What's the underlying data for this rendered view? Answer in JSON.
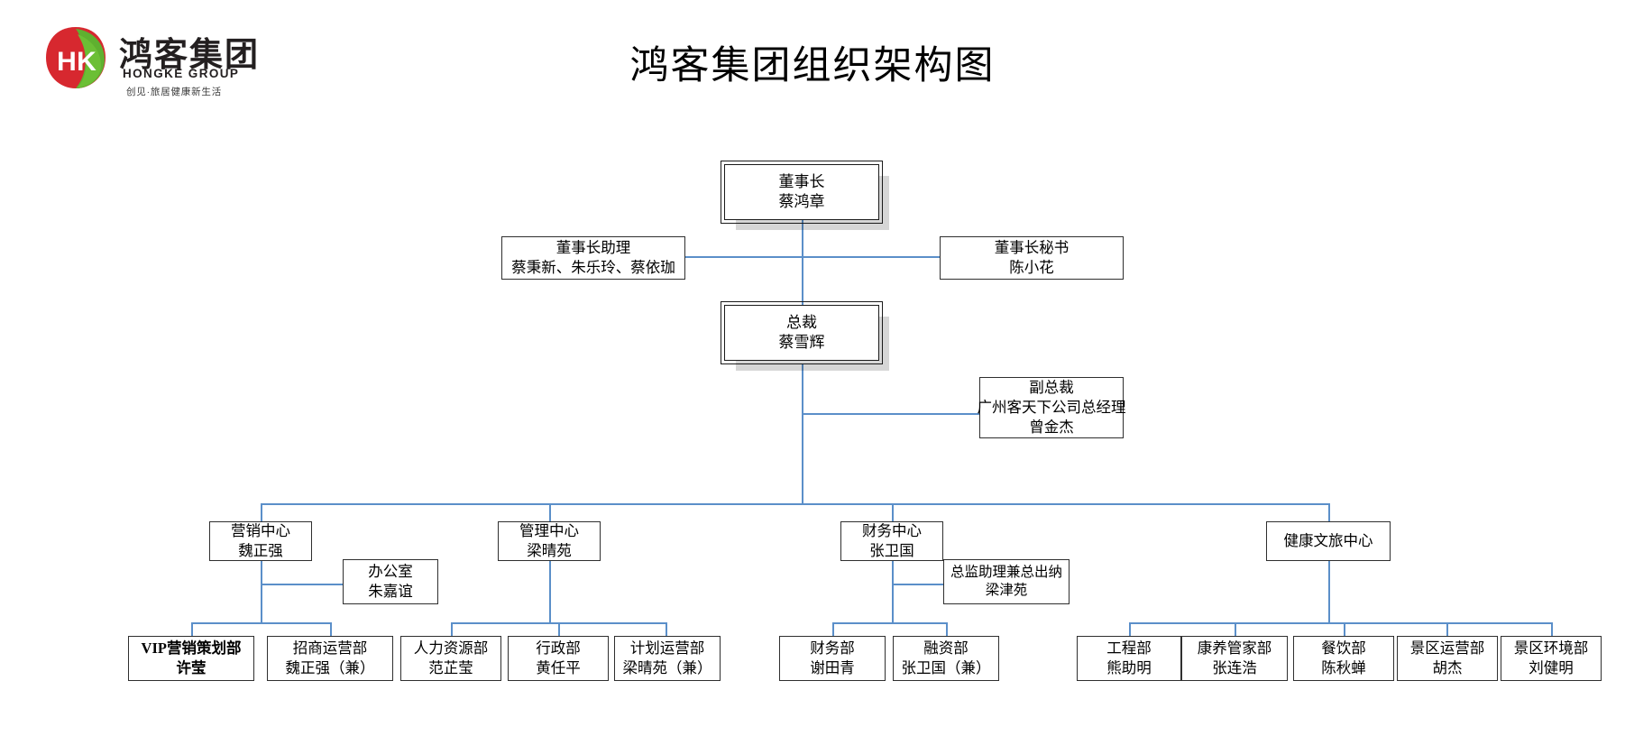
{
  "header": {
    "title": "鸿客集团组织架构图",
    "logo": {
      "name": "hongke-group-logo",
      "mark_text": "HK",
      "cn": "鸿客集团",
      "en": "HONGKE GROUP",
      "tagline": "创见·旅居健康新生活",
      "colors": {
        "red": "#d7282f",
        "green": "#5fb030",
        "dark": "#231f20"
      }
    }
  },
  "theme": {
    "connector_color": "#5b8fc9",
    "box_border": "#2f2f2f",
    "background": "#ffffff"
  },
  "chart_data": {
    "type": "org-chart",
    "title": "鸿客集团组织架构图",
    "nodes": [
      {
        "id": "chairman",
        "title": "董事长",
        "person": "蔡鸿章",
        "style": "executive"
      },
      {
        "id": "chair-asst",
        "title": "董事长助理",
        "person": "蔡秉新、朱乐玲、蔡依珈",
        "style": "staff"
      },
      {
        "id": "chair-sec",
        "title": "董事长秘书",
        "person": "陈小花",
        "style": "staff"
      },
      {
        "id": "president",
        "title": "总裁",
        "person": "蔡雪辉",
        "style": "executive"
      },
      {
        "id": "vice-pres",
        "title": "副总裁",
        "subtitle": "广州客天下公司总经理",
        "person": "曾金杰",
        "style": "staff"
      },
      {
        "id": "center-mkt",
        "title": "营销中心",
        "person": "魏正强",
        "style": "center"
      },
      {
        "id": "center-mgmt",
        "title": "管理中心",
        "person": "梁晴苑",
        "style": "center"
      },
      {
        "id": "center-fin",
        "title": "财务中心",
        "person": "张卫国",
        "style": "center"
      },
      {
        "id": "center-health",
        "title": "健康文旅中心",
        "person": "",
        "style": "center"
      },
      {
        "id": "office",
        "title": "办公室",
        "person": "朱嘉谊",
        "style": "staff"
      },
      {
        "id": "fin-asst",
        "title": "总监助理兼总出纳",
        "person": "梁津苑",
        "style": "staff"
      },
      {
        "id": "dept-vip",
        "title": "VIP营销策划部",
        "person": "许莹",
        "style": "dept-bold"
      },
      {
        "id": "dept-invest",
        "title": "招商运营部",
        "person": "魏正强（兼）",
        "style": "dept"
      },
      {
        "id": "dept-hr",
        "title": "人力资源部",
        "person": "范芷莹",
        "style": "dept"
      },
      {
        "id": "dept-admin",
        "title": "行政部",
        "person": "黄任平",
        "style": "dept"
      },
      {
        "id": "dept-plan",
        "title": "计划运营部",
        "person": "梁晴苑（兼）",
        "style": "dept"
      },
      {
        "id": "dept-finance",
        "title": "财务部",
        "person": "谢田青",
        "style": "dept"
      },
      {
        "id": "dept-funding",
        "title": "融资部",
        "person": "张卫国（兼）",
        "style": "dept"
      },
      {
        "id": "dept-eng",
        "title": "工程部",
        "person": "熊助明",
        "style": "dept"
      },
      {
        "id": "dept-care",
        "title": "康养管家部",
        "person": "张连浩",
        "style": "dept"
      },
      {
        "id": "dept-food",
        "title": "餐饮部",
        "person": "陈秋蝉",
        "style": "dept"
      },
      {
        "id": "dept-scenic",
        "title": "景区运营部",
        "person": "胡杰",
        "style": "dept"
      },
      {
        "id": "dept-env",
        "title": "景区环境部",
        "person": "刘健明",
        "style": "dept"
      }
    ],
    "edges": [
      [
        "chairman",
        "chair-asst"
      ],
      [
        "chairman",
        "chair-sec"
      ],
      [
        "chairman",
        "president"
      ],
      [
        "president",
        "vice-pres"
      ],
      [
        "president",
        "center-mkt"
      ],
      [
        "president",
        "center-mgmt"
      ],
      [
        "president",
        "center-fin"
      ],
      [
        "president",
        "center-health"
      ],
      [
        "center-mkt",
        "office"
      ],
      [
        "center-mkt",
        "dept-vip"
      ],
      [
        "center-mkt",
        "dept-invest"
      ],
      [
        "center-mgmt",
        "dept-hr"
      ],
      [
        "center-mgmt",
        "dept-admin"
      ],
      [
        "center-mgmt",
        "dept-plan"
      ],
      [
        "center-fin",
        "fin-asst"
      ],
      [
        "center-fin",
        "dept-finance"
      ],
      [
        "center-fin",
        "dept-funding"
      ],
      [
        "center-health",
        "dept-eng"
      ],
      [
        "center-health",
        "dept-care"
      ],
      [
        "center-health",
        "dept-food"
      ],
      [
        "center-health",
        "dept-scenic"
      ],
      [
        "center-health",
        "dept-env"
      ]
    ]
  }
}
